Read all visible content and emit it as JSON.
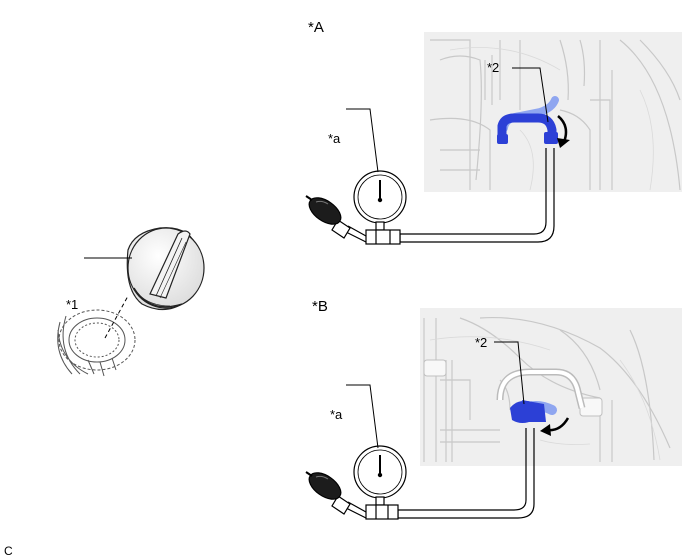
{
  "labels": {
    "panel_a": "*A",
    "panel_b": "*B",
    "callout_a_top": "*a",
    "callout_a_bottom": "*a",
    "callout_1": "*1",
    "callout_2_top": "*2",
    "callout_2_bottom": "*2",
    "illustration_code": "C"
  },
  "colors": {
    "hose_highlight": "#2c40d6",
    "hose_highlight_light": "#8fa6f0",
    "engine_bay_bg": "#efefef",
    "line": "#000000"
  }
}
